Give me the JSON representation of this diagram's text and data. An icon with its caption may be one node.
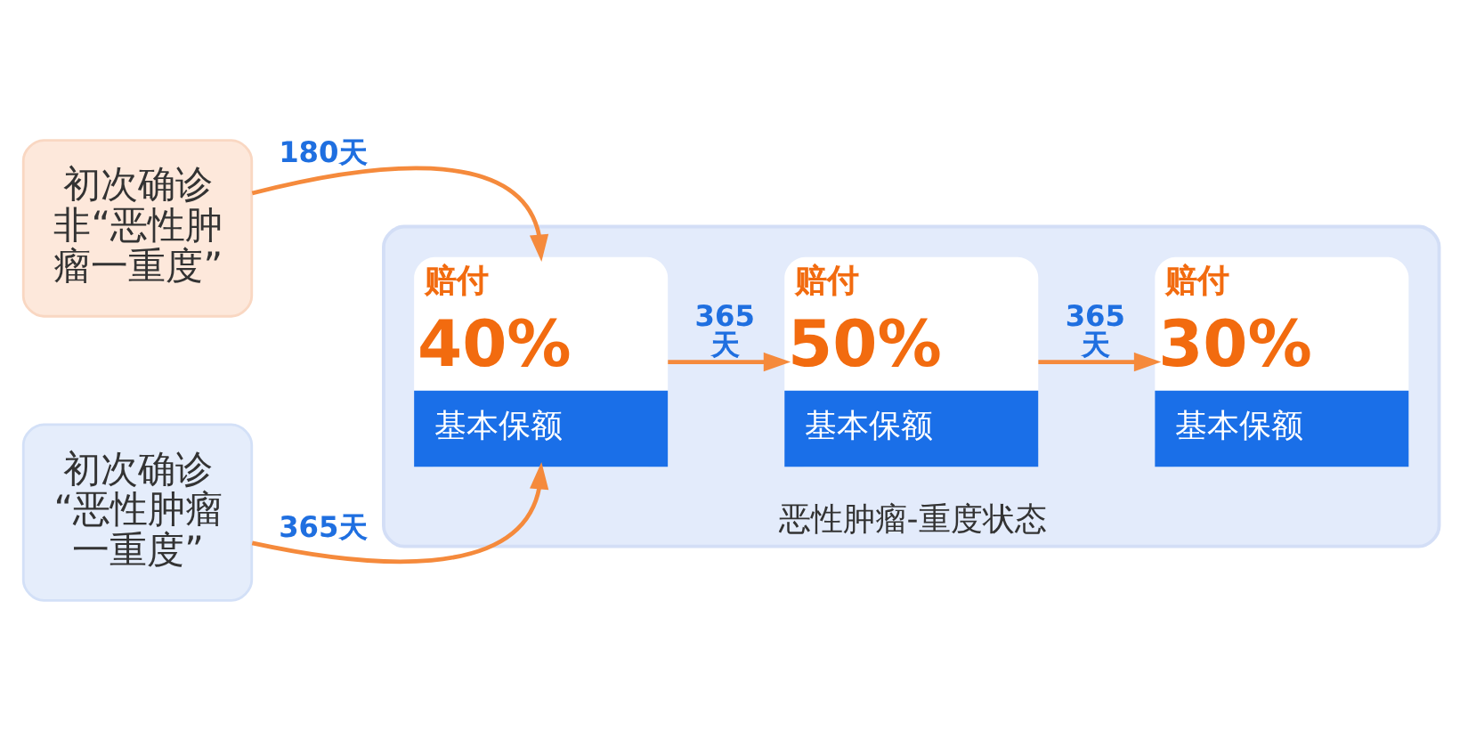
{
  "diagram": {
    "nodes": [
      {
        "text": [
          "初次确诊非“恶性肿瘤一重度”"
        ]
      },
      {
        "text": [
          "初次确诊“恶性肿瘤一重度”"
        ]
      },
      {
        "text": [
          "恶性肿瘤-重度状态"
        ]
      },
      {
        "text": [
          "赔付",
          "40%",
          "基本保额"
        ],
        "in": 2
      },
      {
        "text": [
          "赔付",
          "50%",
          "基本保额"
        ],
        "in": 2
      },
      {
        "text": [
          "赔付",
          "30%",
          "基本保额"
        ],
        "in": 2
      }
    ],
    "edges": [
      {
        "from": 0,
        "to": 3,
        "arrow": "to",
        "label": "180天"
      },
      {
        "from": 1,
        "to": 3,
        "arrow": "to",
        "label": "365天"
      },
      {
        "from": 3,
        "to": 4,
        "arrow": "to",
        "label": "365天"
      },
      {
        "from": 4,
        "to": 5,
        "arrow": "to",
        "label": "365天"
      }
    ]
  }
}
